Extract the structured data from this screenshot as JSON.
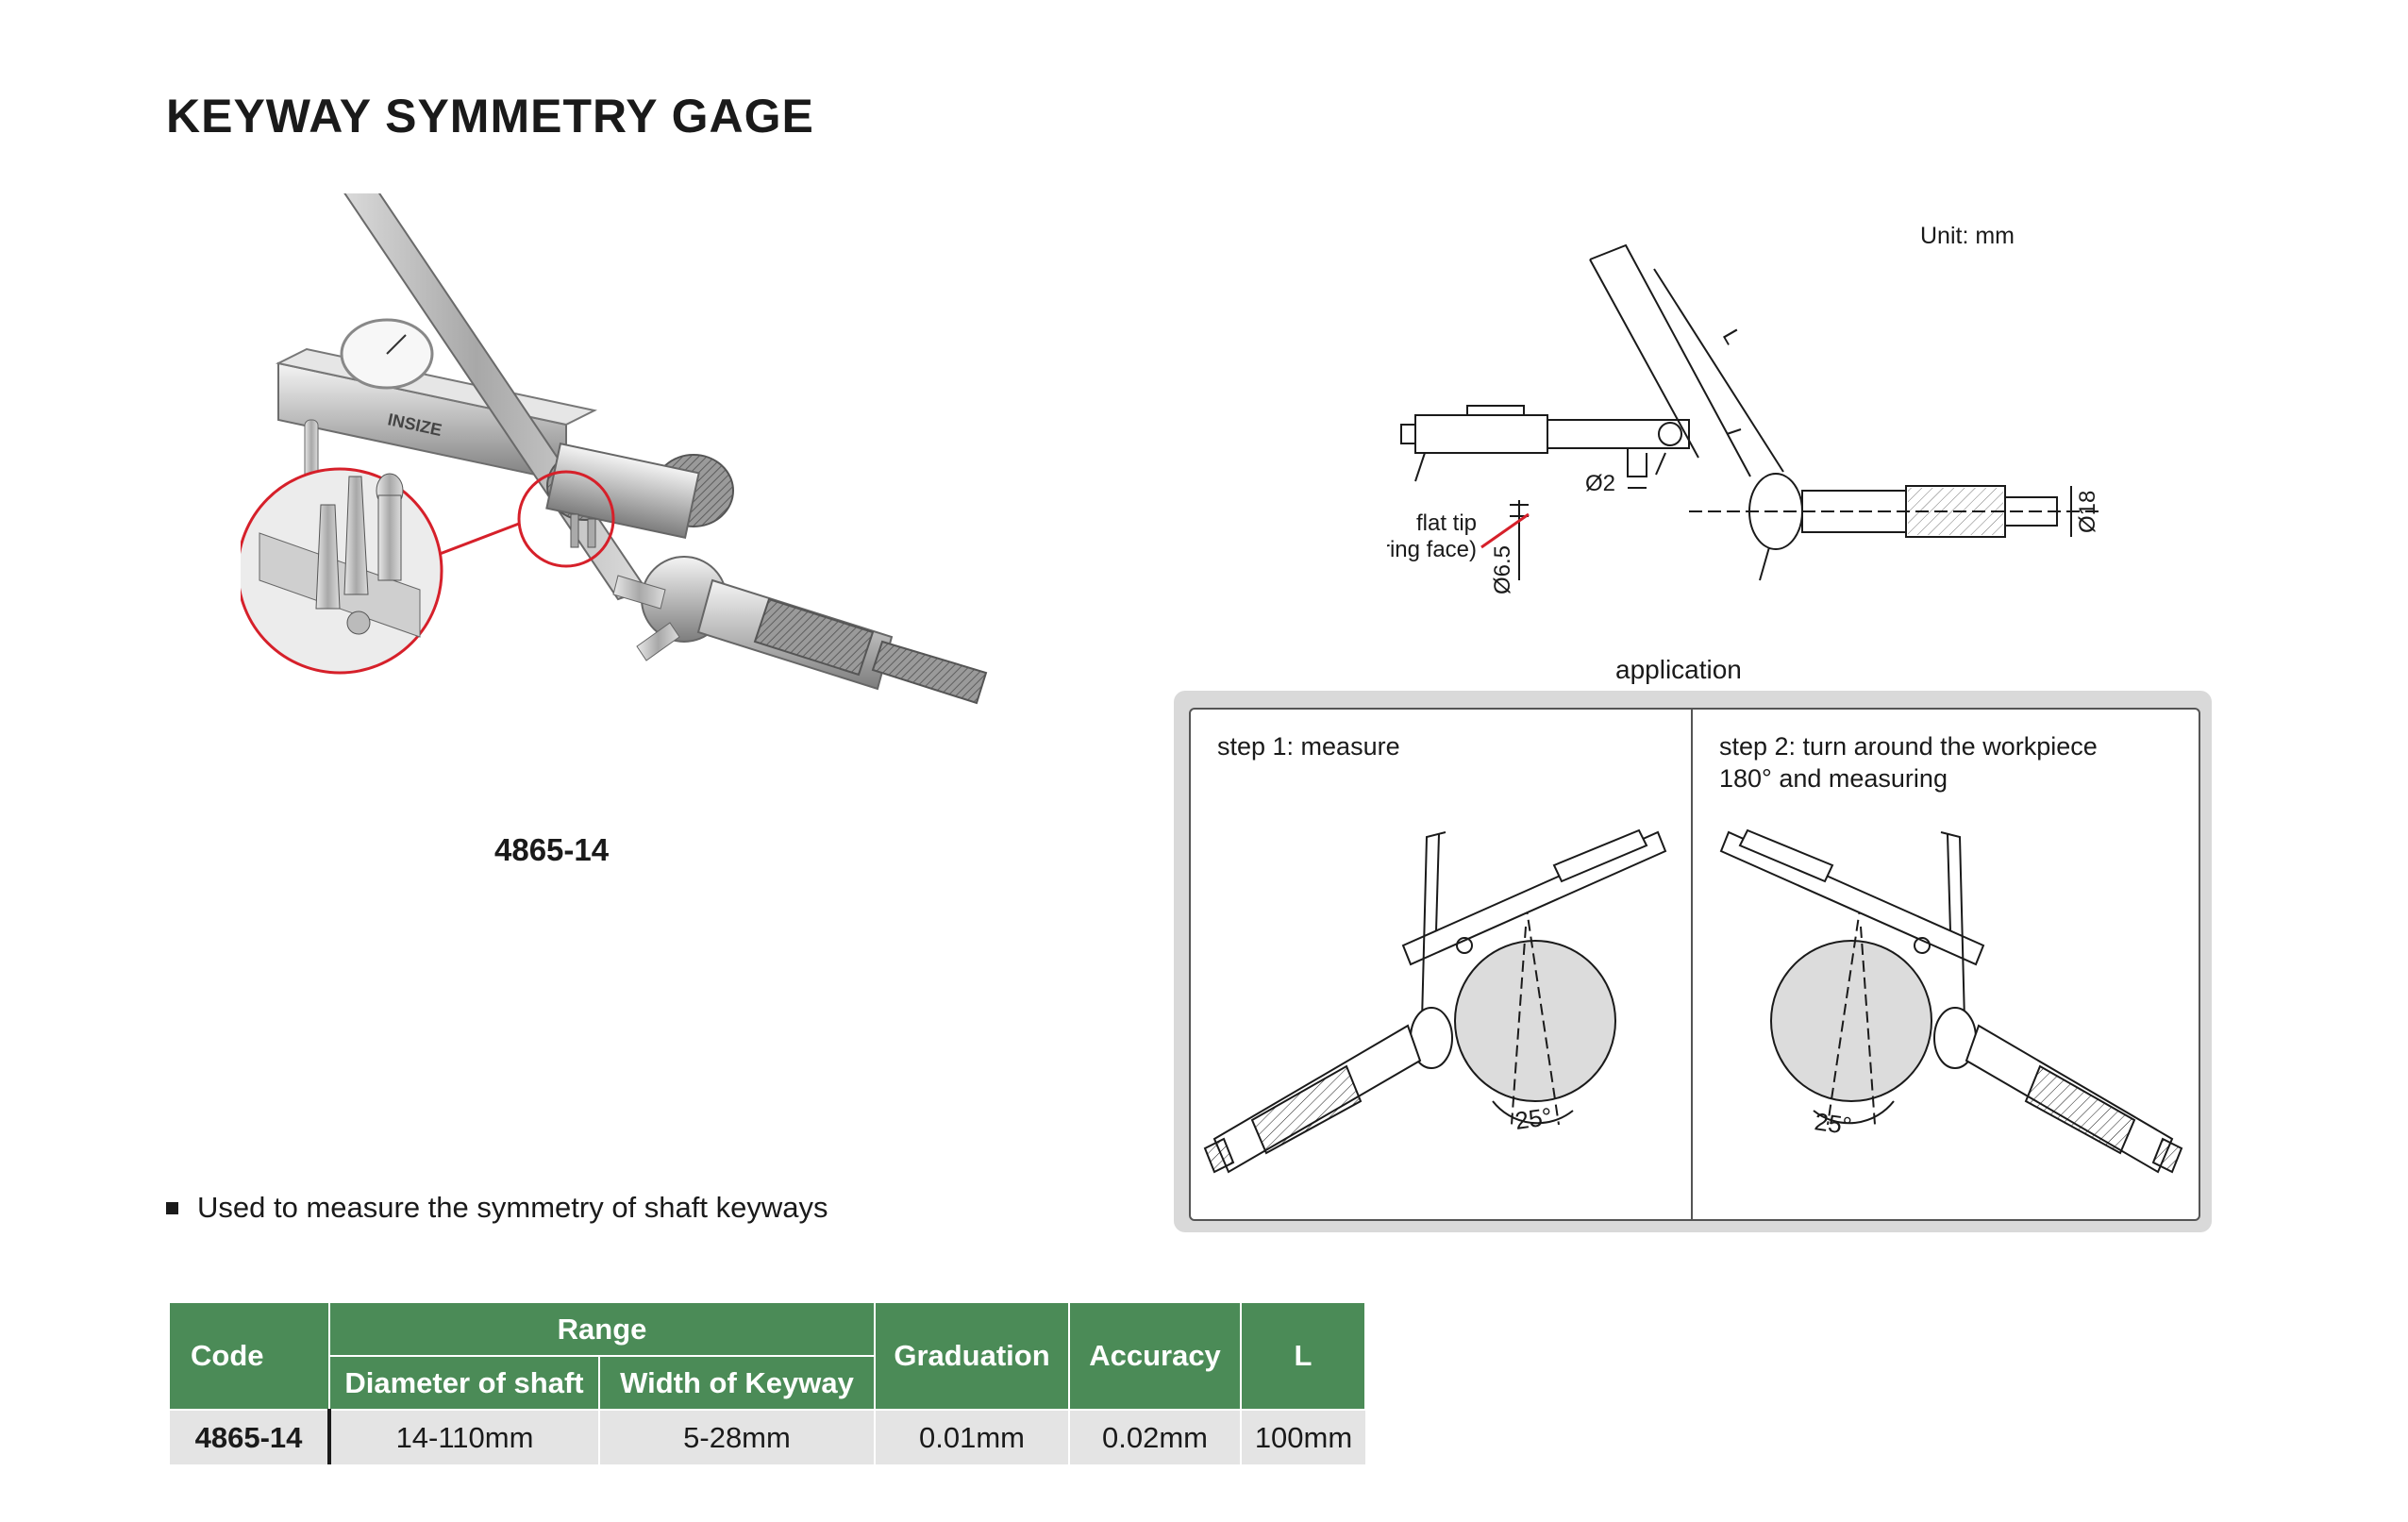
{
  "title": "KEYWAY SYMMETRY GAGE",
  "product": {
    "code_label": "4865-14",
    "brand_mark": "INSIZE"
  },
  "drawing": {
    "unit": "Unit: mm",
    "label_L": "L",
    "label_d2": "Ø2",
    "label_d18": "Ø18",
    "label_d65": "Ø6.5",
    "flat_tip_1": "flat tip",
    "flat_tip_2": "(carbide measuring face)"
  },
  "application": {
    "title": "application",
    "step1": "step 1: measure",
    "step2": "step 2: turn around the workpiece\n180° and measuring",
    "angle": "25°"
  },
  "features": [
    "Used to measure the symmetry of shaft keyways"
  ],
  "table": {
    "headers": {
      "code": "Code",
      "range": "Range",
      "diameter": "Diameter of shaft",
      "width": "Width of Keyway",
      "graduation": "Graduation",
      "accuracy": "Accuracy",
      "l": "L"
    },
    "rows": [
      {
        "code": "4865-14",
        "diameter": "14-110mm",
        "width": "5-28mm",
        "graduation": "0.01mm",
        "accuracy": "0.02mm",
        "l": "100mm"
      }
    ]
  },
  "colors": {
    "header_green": "#4b8b57",
    "row_grey": "#e4e4e4",
    "callout_red": "#d6202a"
  }
}
